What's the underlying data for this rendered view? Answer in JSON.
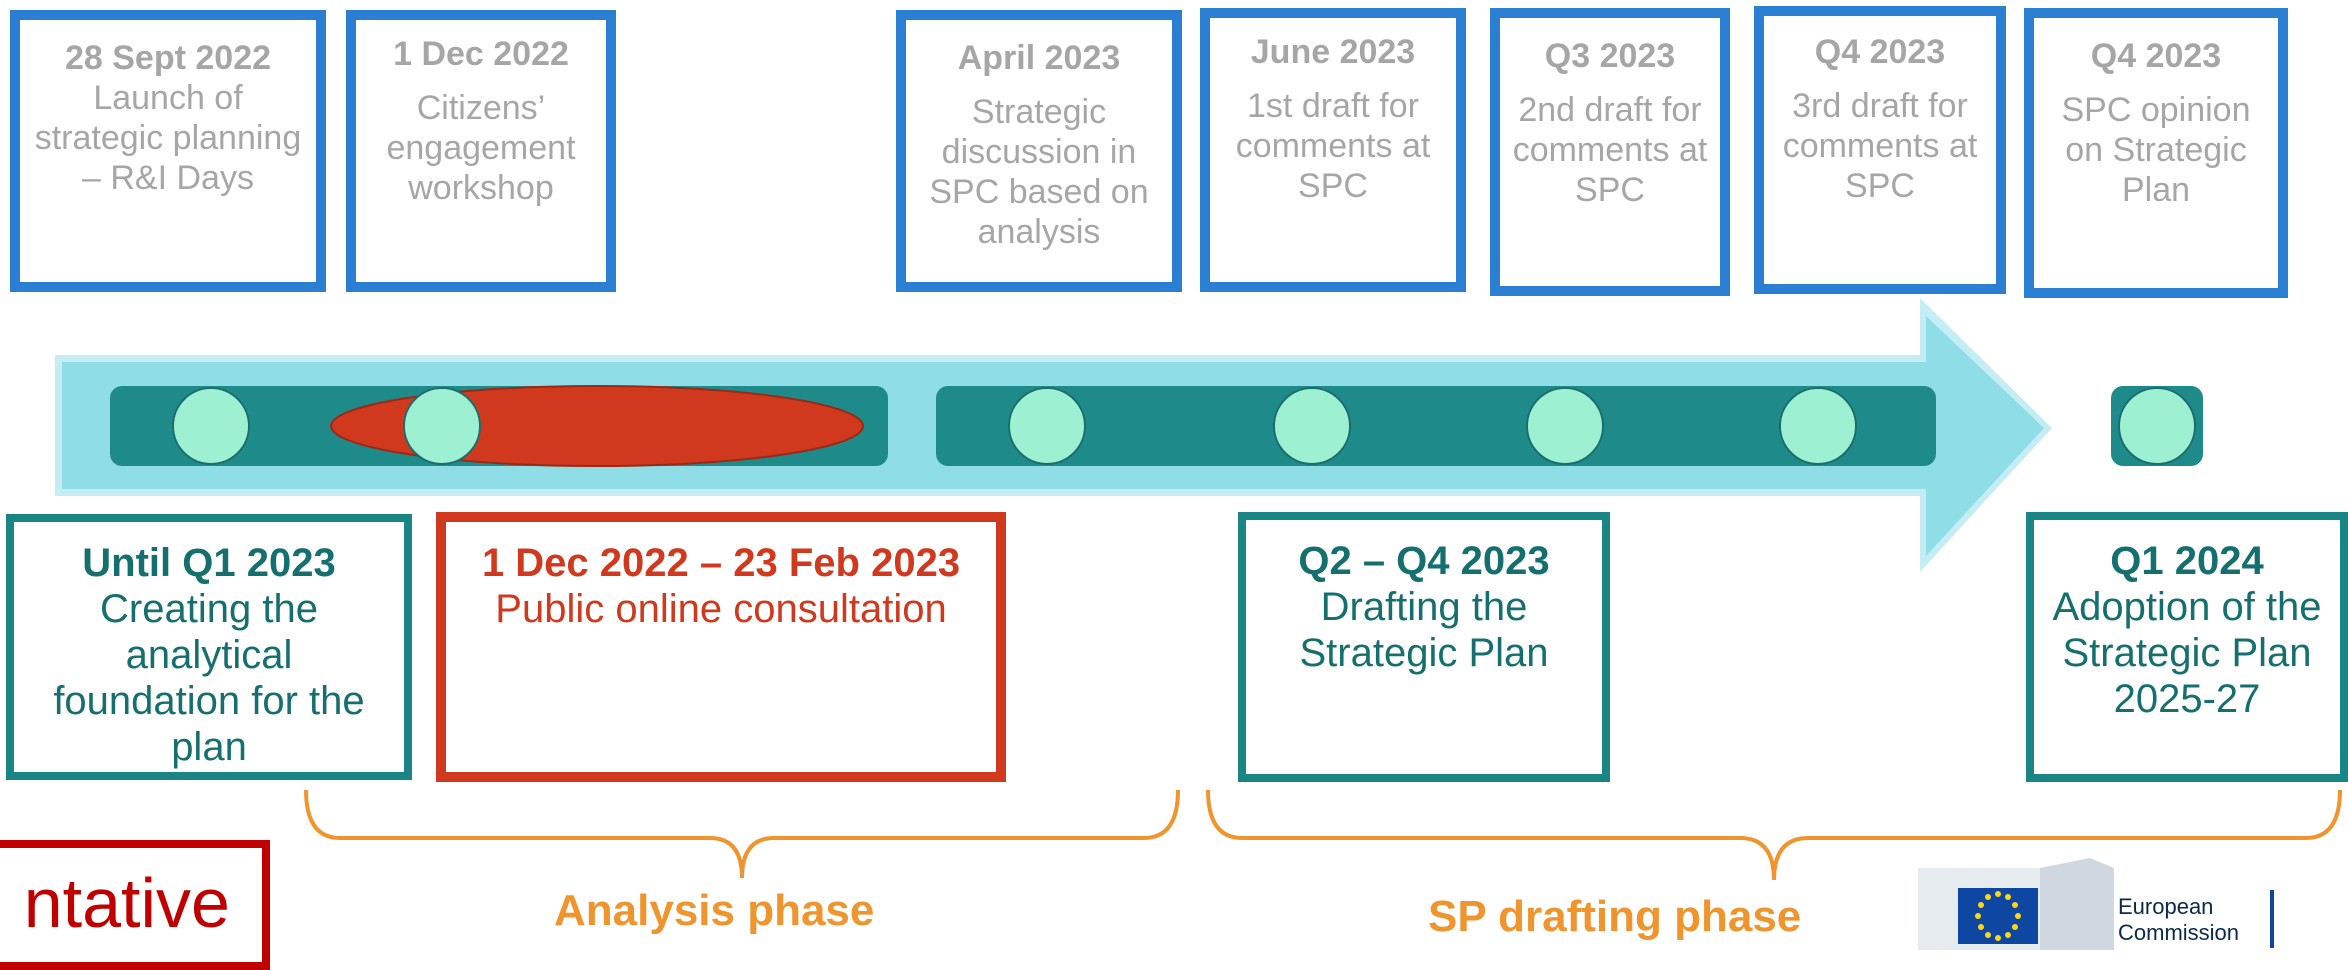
{
  "milestones": [
    {
      "date": "28 Sept 2022",
      "desc": "Launch of strategic planning – R&I Days"
    },
    {
      "date": "1 Dec 2022",
      "desc": "Citizens’ engagement workshop"
    },
    {
      "date": "April 2023",
      "desc": "Strategic discussion in SPC based on analysis"
    },
    {
      "date": "June 2023",
      "desc": "1st draft for comments at SPC"
    },
    {
      "date": "Q3 2023",
      "desc": "2nd draft for comments at SPC"
    },
    {
      "date": "Q4 2023",
      "desc": "3rd draft for comments at SPC"
    },
    {
      "date": "Q4 2023",
      "desc": "SPC opinion on Strategic Plan"
    }
  ],
  "periods": [
    {
      "date": "Until Q1 2023",
      "desc": "Creating the analytical foundation for the plan"
    },
    {
      "date": "1 Dec 2022 – 23 Feb 2023",
      "desc": "Public online consultation"
    },
    {
      "date": "Q2 – Q4 2023",
      "desc": "Drafting the Strategic Plan"
    },
    {
      "date": "Q1 2024",
      "desc": "Adoption of the Strategic Plan 2025-27"
    }
  ],
  "phases": {
    "analysis": "Analysis phase",
    "drafting": "SP drafting phase"
  },
  "stamp_text": "ntative",
  "logo": {
    "line1": "European",
    "line2": "Commission"
  },
  "colors": {
    "milestone_border": "#2b7fd3",
    "milestone_text": "#a6a6a6",
    "period_border": "#1a8585",
    "consultation": "#d0391e",
    "arrow": "#8fdde6",
    "track": "#1f8a8a",
    "node": "#9ef0d2",
    "phase": "#f0952e"
  }
}
